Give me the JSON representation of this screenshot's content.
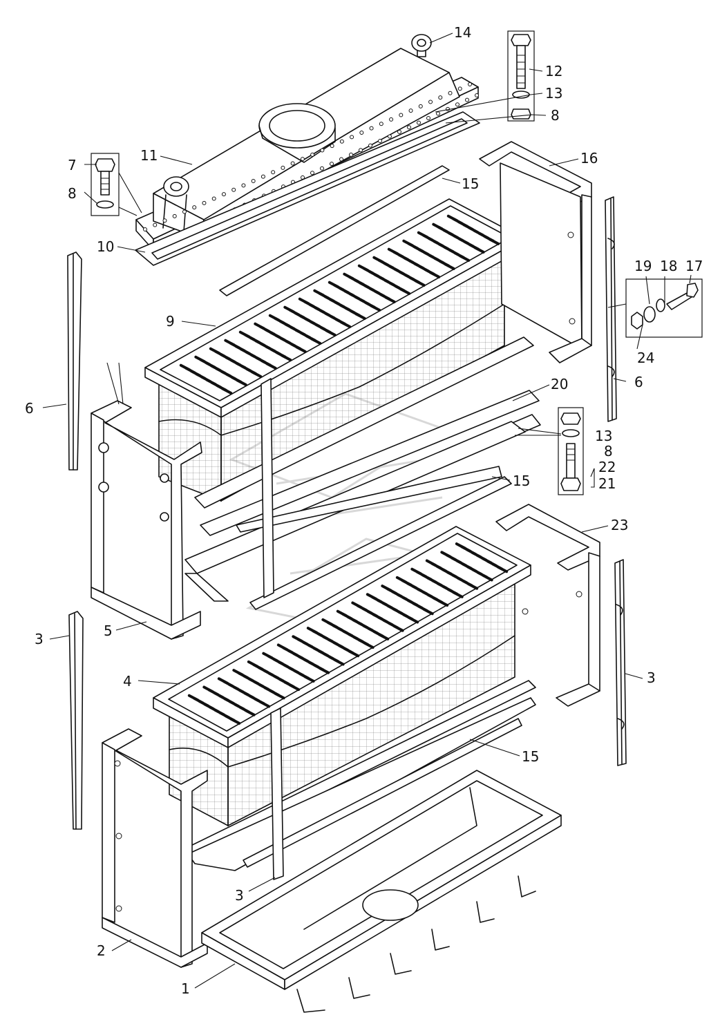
{
  "callouts": {
    "c1": "1",
    "c2": "2",
    "c3a": "3",
    "c3b": "3",
    "c3c": "3",
    "c4": "4",
    "c5": "5",
    "c6a": "6",
    "c6b": "6",
    "c7": "7",
    "c8a": "8",
    "c8b": "8",
    "c8c": "8",
    "c9": "9",
    "c10": "10",
    "c11": "11",
    "c12": "12",
    "c13a": "13",
    "c13b": "13",
    "c14": "14",
    "c15a": "15",
    "c15b": "15",
    "c15c": "15",
    "c16": "16",
    "c17": "17",
    "c18": "18",
    "c19": "19",
    "c20": "20",
    "c21": "21",
    "c22": "22",
    "c23": "23",
    "c24": "24"
  },
  "icons": {
    "watermark": "watermark-logo-icon",
    "bolt": "bolt-icon",
    "nut": "nut-icon",
    "washer": "washer-icon",
    "eyebolt": "eyebolt-icon"
  }
}
